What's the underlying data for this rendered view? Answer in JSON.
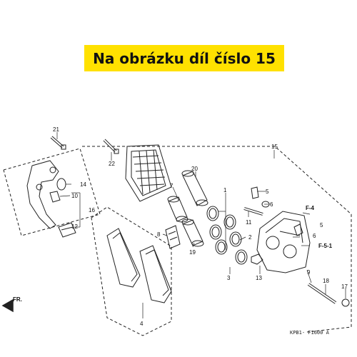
{
  "banner": {
    "text": "Na obrázku díl číslo 15"
  },
  "callouts": {
    "c21": "21",
    "c22": "22",
    "c15": "15",
    "c20": "20",
    "c14": "14",
    "c10": "10",
    "c16": "16",
    "c12": "12",
    "c7": "7",
    "c1": "1",
    "c5a": "5",
    "c6a": "6",
    "f4": "F-4",
    "c5b": "5",
    "c11": "11",
    "c2": "2",
    "c6b": "6",
    "f51": "F-5-1",
    "c8": "8",
    "c19": "19",
    "c3": "3",
    "c13": "13",
    "c9": "9",
    "c18": "18",
    "c17": "17",
    "c4": "4"
  },
  "front_arrow": "FR.",
  "diagram_code": "KPB1- F1600 A"
}
